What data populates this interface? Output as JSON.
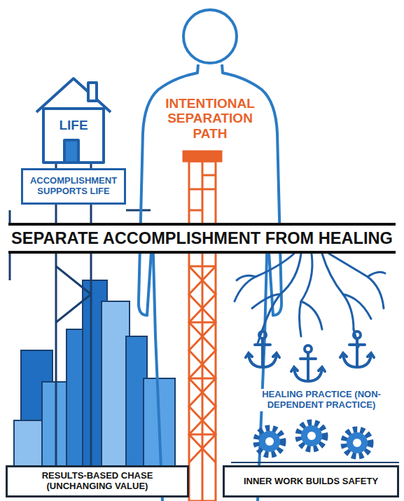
{
  "diagram": {
    "title": "SEPARATE ACCOMPLISHMENT FROM HEALING",
    "nodes": [
      {
        "text": [
          "INTENTIONAL SEPARATION PATH"
        ]
      },
      {
        "text": [
          "LIFE"
        ]
      },
      {
        "text": [
          "ACCOMPLISHMENT SUPPORTS LIFE"
        ]
      },
      {
        "text": [
          "RESULTS-BASED CHASE (UNCHANGING VALUE)"
        ]
      },
      {
        "text": [
          "INNER WORK BUILDS SAFETY"
        ]
      }
    ],
    "labels": [
      "HEALING PRACTICE (NON-DEPENDENT PRACTICE)"
    ]
  }
}
